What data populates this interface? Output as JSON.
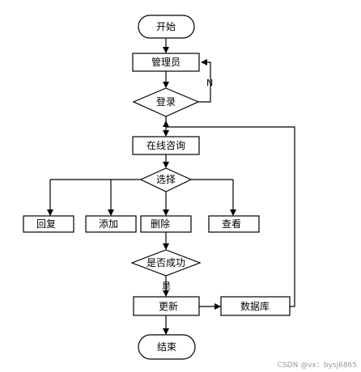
{
  "flowchart": {
    "start": "开始",
    "admin": "管理员",
    "login": "登录",
    "login_no": "N",
    "online_consult": "在线咨询",
    "choose": "选择",
    "reply": "回复",
    "add": "添加",
    "delete": "删除",
    "view": "查看",
    "success": "是否成功",
    "success_yes": "是",
    "update": "更新",
    "database": "数据库",
    "end": "结束"
  },
  "watermark": "CSDN @vx：bysj6865"
}
